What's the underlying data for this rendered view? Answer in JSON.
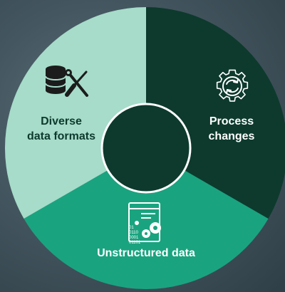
{
  "colors": {
    "background": "#445660",
    "process_segment": "#0d3a2d",
    "unstructured_segment": "#1aa37f",
    "diverse_segment": "#a6dcc9",
    "center_circle": "#0d3a2d",
    "center_border": "#ffffff"
  },
  "segments": {
    "process": {
      "label_line1": "Process",
      "label_line2": "changes",
      "icon": "gear-refresh-icon"
    },
    "unstructured": {
      "label": "Unstructured data",
      "icon": "binary-document-gears-icon",
      "icon_digits": [
        "01",
        "0110",
        "0001",
        "01101"
      ]
    },
    "diverse": {
      "label_line1": "Diverse",
      "label_line2": "data formats",
      "icon": "database-tools-icon"
    }
  }
}
